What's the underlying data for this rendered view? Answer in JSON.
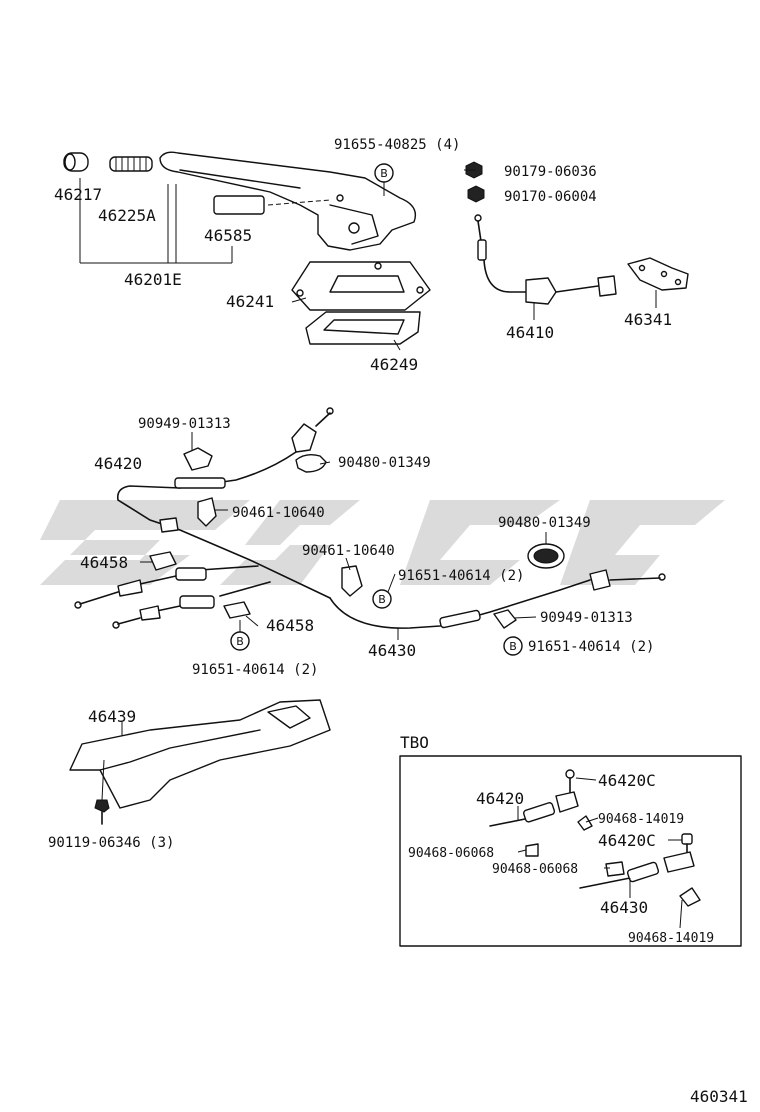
{
  "diagram_code": "460341",
  "watermark": "SHSC",
  "callout_letter": "B",
  "inset_title": "TBO",
  "labels": {
    "p46217": "46217",
    "p46225a": "46225A",
    "p46585": "46585",
    "p46201e": "46201E",
    "b91655": "91655-40825 (4)",
    "p90179": "90179-06036",
    "p90170": "90170-06004",
    "p46241": "46241",
    "p46249": "46249",
    "p46410": "46410",
    "p46341": "46341",
    "p90949a": "90949-01313",
    "p46420": "46420",
    "p90480a": "90480-01349",
    "p90461a": "90461-10640",
    "p46458a": "46458",
    "p90461b": "90461-10640",
    "b91651a": "91651-40614 (2)",
    "p90480b": "90480-01349",
    "p46458b": "46458",
    "p90949b": "90949-01313",
    "p46430": "46430",
    "b91651b": "91651-40614 (2)",
    "b91651c": "91651-40614 (2)",
    "p46439": "46439",
    "b90119": "90119-06346 (3)",
    "t46420c_a": "46420C",
    "t46420": "46420",
    "t90468a": "90468-14019",
    "t90468b": "90468-06068",
    "t46420c_b": "46420C",
    "t90468c": "90468-06068",
    "t46430": "46430",
    "t90468d": "90468-14019"
  }
}
